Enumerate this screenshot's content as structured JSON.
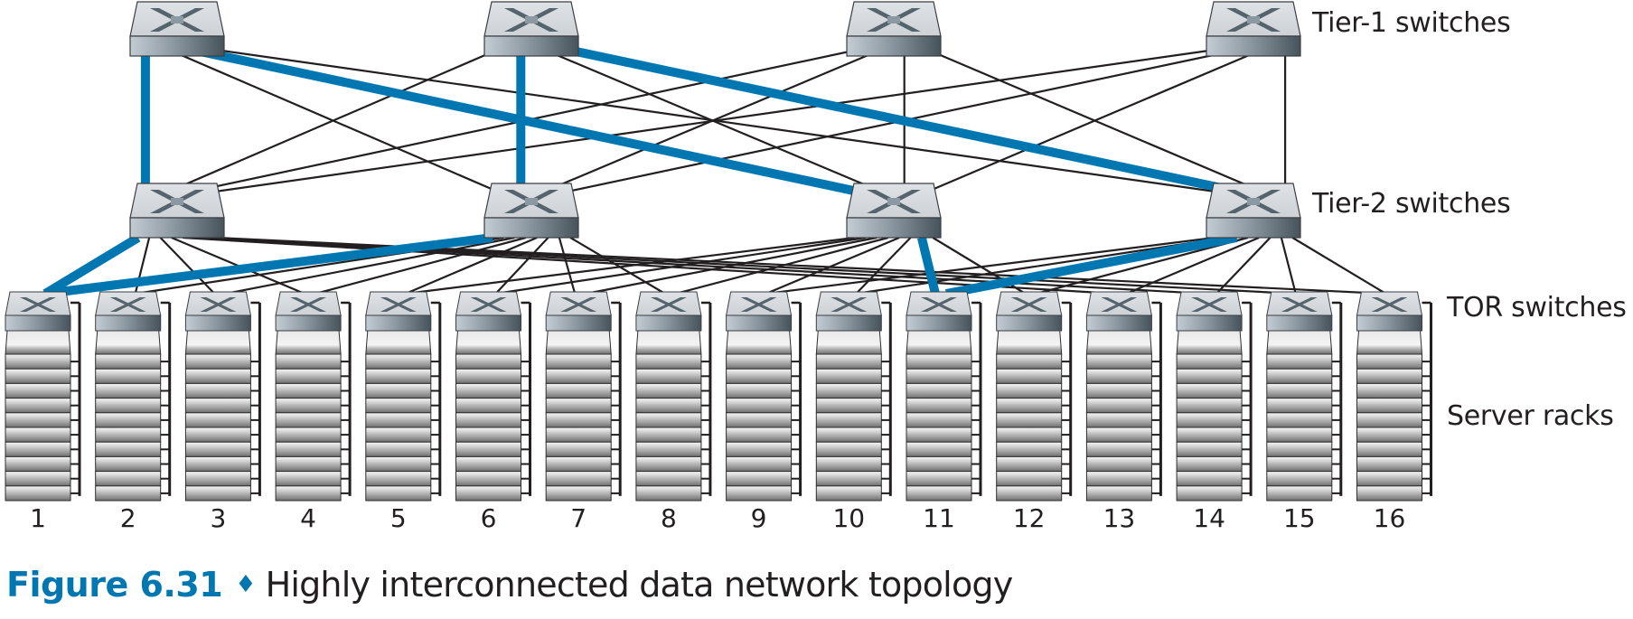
{
  "figure": {
    "number": "Figure 6.31",
    "separator": "♦",
    "title": "Highly interconnected data network topology"
  },
  "labels": {
    "tier1": "Tier-1 switches",
    "tier2": "Tier-2 switches",
    "tor": "TOR switches",
    "racks": "Server racks"
  },
  "topology": {
    "tier1_count": 4,
    "tier2_count": 4,
    "tor_count": 16,
    "servers_per_rack": 10,
    "rack_numbers": [
      "1",
      "2",
      "3",
      "4",
      "5",
      "6",
      "7",
      "8",
      "9",
      "10",
      "11",
      "12",
      "13",
      "14",
      "15",
      "16"
    ],
    "tier1_tier2_links": "full-mesh",
    "tier2_tor_links": [
      {
        "tier2": 1,
        "tors": [
          1,
          2,
          3,
          4,
          13,
          14,
          15,
          16
        ]
      },
      {
        "tier2": 2,
        "tors": [
          1,
          2,
          3,
          4,
          5,
          6,
          7,
          8
        ]
      },
      {
        "tier2": 3,
        "tors": [
          5,
          6,
          7,
          8,
          9,
          10,
          11,
          12
        ]
      },
      {
        "tier2": 4,
        "tors": [
          9,
          10,
          11,
          12,
          13,
          14,
          15,
          16
        ]
      }
    ],
    "highlighted_paths": [
      {
        "route": [
          "tor-1",
          "tier2-1",
          "tier1-1",
          "tier2-3",
          "tor-11"
        ]
      },
      {
        "route": [
          "tor-1",
          "tier2-2",
          "tier1-2",
          "tier2-4",
          "tor-11"
        ]
      }
    ]
  },
  "colors": {
    "highlight": "#0077b0",
    "link": "#231f20",
    "switch_top": "#d3d7dc",
    "switch_front_light": "#b9c2ca",
    "switch_front_dark": "#4e5b64",
    "switch_x": "#55636c",
    "caption_accent": "#0077b0"
  }
}
